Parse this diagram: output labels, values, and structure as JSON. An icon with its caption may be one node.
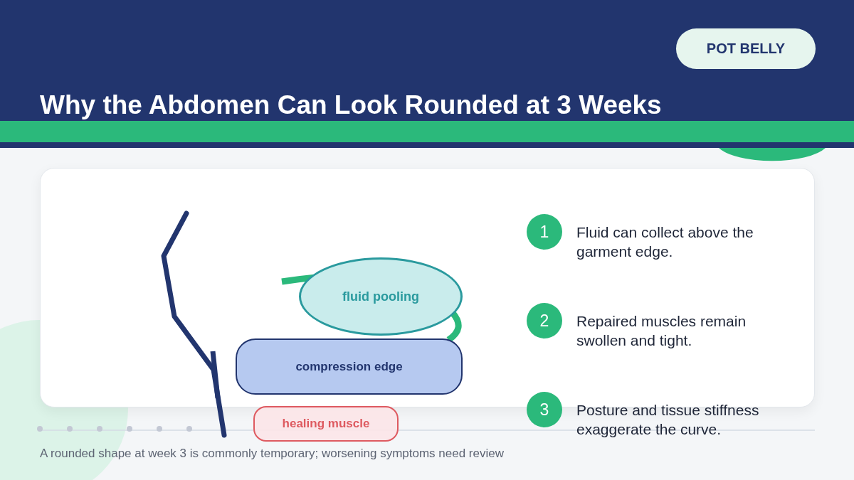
{
  "diagram": {
    "title": "Why the Abdomen Can Look Rounded at 3 Weeks",
    "caption": "A rounded shape at week 3 is commonly temporary; worsening symptoms need review",
    "nodes": [
      {
        "text": [
          "POT BELLY"
        ]
      },
      {
        "text": [
          "fluid pooling"
        ]
      },
      {
        "text": [
          "compression edge"
        ]
      },
      {
        "text": [
          "healing muscle"
        ]
      },
      {
        "text": [
          "1"
        ],
        "beside": [
          "Fluid can collect above the garment edge."
        ]
      },
      {
        "text": [
          "2"
        ],
        "beside": [
          "Repaired muscles remain swollen and tight."
        ]
      },
      {
        "text": [
          "3"
        ],
        "beside": [
          "Posture and tissue stiffness exaggerate the curve."
        ]
      }
    ]
  }
}
